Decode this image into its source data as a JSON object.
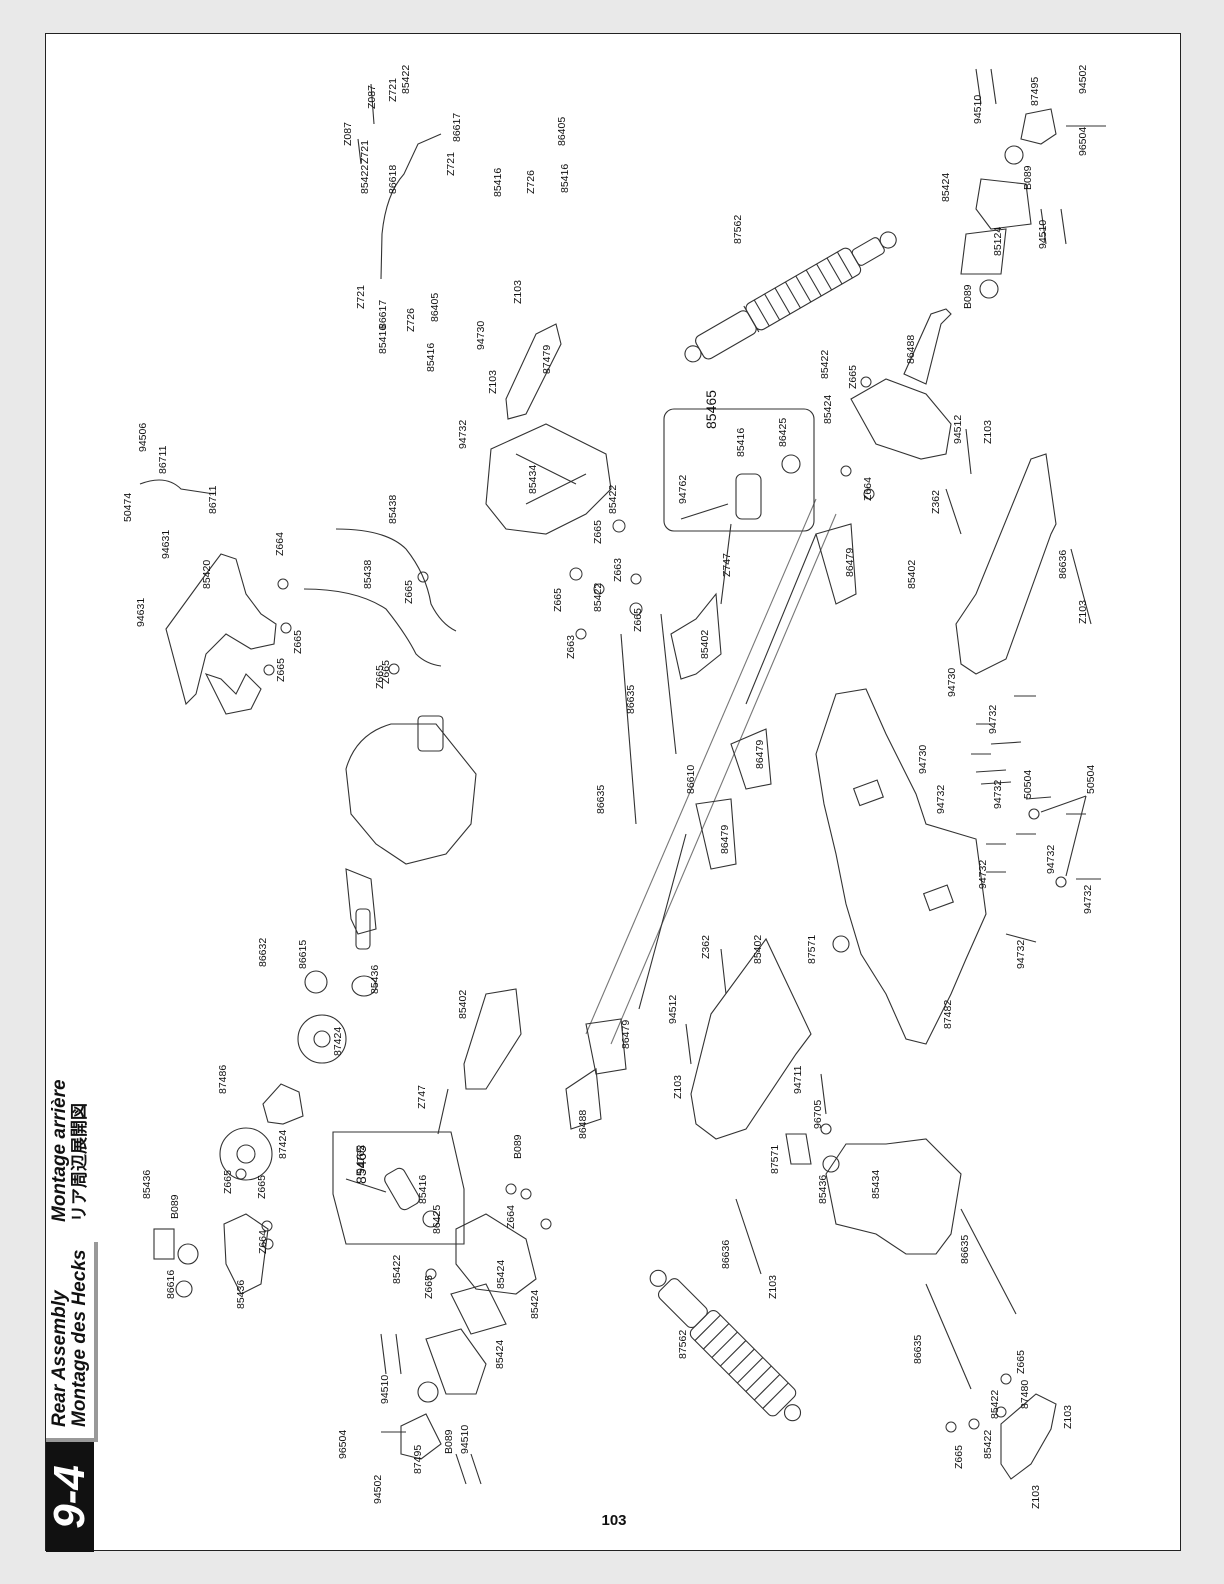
{
  "header": {
    "section_number": "9-4",
    "title_en": "Rear Assembly",
    "title_de": "Montage des Hecks",
    "title_fr": "Montage arrière",
    "title_jp": "リア周辺展開図"
  },
  "page_number": "103",
  "callouts": [
    "Z087",
    "Z721",
    "85422",
    "Z087",
    "Z721",
    "85422",
    "86618",
    "Z721",
    "86617",
    "85416",
    "Z726",
    "86405",
    "85416",
    "94510",
    "87495",
    "94502",
    "96504",
    "B089",
    "85424",
    "94510",
    "85124",
    "B089",
    "87562",
    "Z721",
    "86617",
    "85416",
    "Z726",
    "86405",
    "85416",
    "94730",
    "Z103",
    "Z103",
    "87479",
    "86488",
    "85422",
    "Z665",
    "85424",
    "94512",
    "Z103",
    "Z664",
    "Z362",
    "85402",
    "86636",
    "Z103",
    "94506",
    "86711",
    "50474",
    "86711",
    "94631",
    "85420",
    "Z664",
    "Z665",
    "94631",
    "Z665",
    "Z665",
    "85438",
    "85438",
    "Z665",
    "Z665",
    "94732",
    "85434",
    "Z665",
    "85422",
    "94762",
    "85416",
    "86425",
    "Z747",
    "86479",
    "Z665",
    "85422",
    "Z663",
    "Z665",
    "Z663",
    "85402",
    "86635",
    "86610",
    "86479",
    "86635",
    "86479",
    "94730",
    "94732",
    "94730",
    "94732",
    "94732",
    "50504",
    "50504",
    "94732",
    "94732",
    "94732",
    "87571",
    "94732",
    "87482",
    "86632",
    "86615",
    "85436",
    "87424",
    "87486",
    "87424",
    "Z747",
    "85402",
    "86479",
    "94512",
    "Z362",
    "85402",
    "Z103",
    "94711",
    "96705",
    "86488",
    "B089",
    "Z665",
    "94762",
    "85416",
    "86425",
    "Z664",
    "85436",
    "B089",
    "Z665",
    "Z664",
    "86616",
    "85436",
    "85422",
    "Z665",
    "85424",
    "85424",
    "87571",
    "85436",
    "85434",
    "86636",
    "Z103",
    "86635",
    "86635",
    "87562",
    "94510",
    "85424",
    "96504",
    "B089",
    "94510",
    "94502",
    "87495",
    "Z665",
    "85422",
    "87480",
    "Z665",
    "85422",
    "Z103",
    "Z103"
  ],
  "kit_boxes": [
    "85465",
    "85465"
  ]
}
